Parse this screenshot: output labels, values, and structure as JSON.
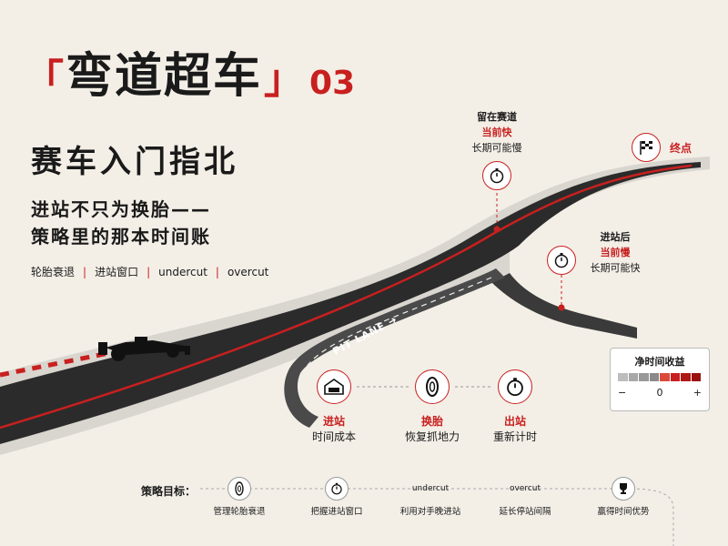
{
  "title": {
    "open_bracket": "「",
    "main": "弯道超车",
    "close_bracket": "」",
    "number": "03"
  },
  "subtitle": "赛车入门指北",
  "tagline": [
    "进站不只为换胎——",
    "策略里的那本时间账"
  ],
  "tags": [
    "轮胎衰退",
    "进站窗口",
    "undercut",
    "overcut"
  ],
  "tag_separator": "|",
  "callouts": {
    "stay": {
      "heading": "留在赛道",
      "red": "当前快",
      "note": "长期可能慢"
    },
    "after_pit": {
      "heading": "进站后",
      "red": "当前慢",
      "note": "长期可能快"
    },
    "finish": {
      "label": "终点"
    }
  },
  "pit_lane_sign": "PIT LANE",
  "pit_steps": [
    {
      "title": "进站",
      "desc": "时间成本",
      "icon": "garage-icon"
    },
    {
      "title": "换胎",
      "desc": "恢复抓地力",
      "icon": "tire-icon"
    },
    {
      "title": "出站",
      "desc": "重新计时",
      "icon": "stopwatch-icon"
    }
  ],
  "net_time": {
    "title": "净时间收益",
    "minus": "−",
    "zero": "0",
    "plus": "+"
  },
  "strategy": {
    "label": "策略目标：",
    "items": [
      {
        "icon": "tire-icon",
        "icon_text": "",
        "label": "管理轮胎衰退"
      },
      {
        "icon": "stopwatch-icon",
        "icon_text": "",
        "label": "把握进站窗口"
      },
      {
        "icon": "text-icon",
        "icon_text": "undercut",
        "label": "利用对手晚进站"
      },
      {
        "icon": "text-icon",
        "icon_text": "overcut",
        "label": "延长停站间隔"
      },
      {
        "icon": "trophy-icon",
        "icon_text": "",
        "label": "赢得时间优势"
      }
    ]
  },
  "colors": {
    "accent": "#c8201f",
    "track": "#2b2b2b",
    "background": "#f3efe7"
  }
}
